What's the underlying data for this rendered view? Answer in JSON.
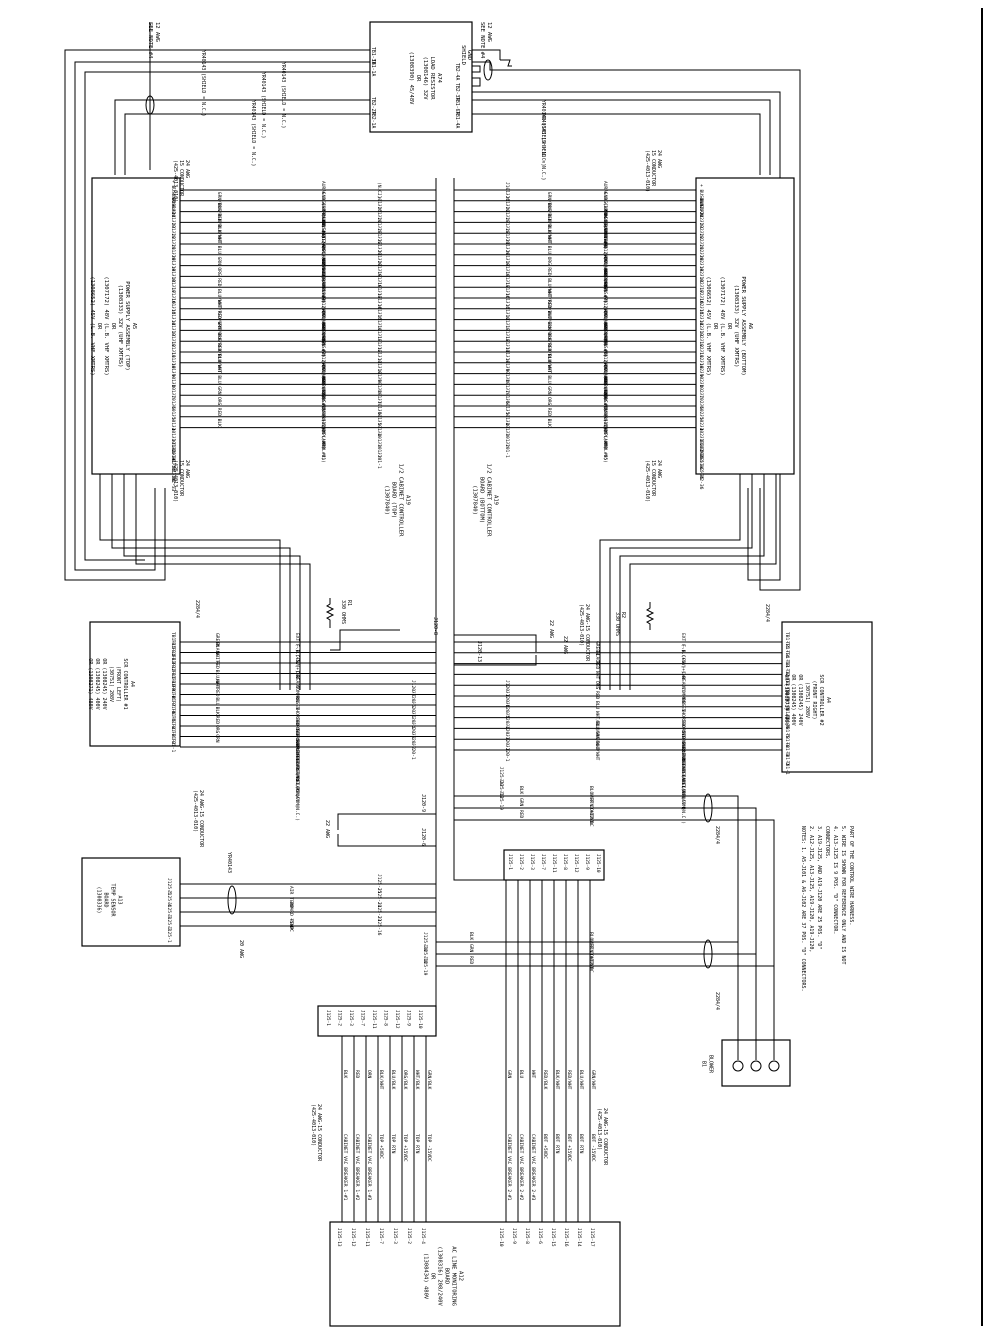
{
  "boards": {
    "a12": {
      "lines": [
        "A12",
        "AC LINE MONITORING",
        "BOARD",
        "(1308316) 208/240V",
        "OR",
        "(1308434) 480V"
      ]
    },
    "a13": {
      "lines": [
        "A13",
        "TEMP SENSOR",
        "BOARD",
        "(1308336)"
      ]
    },
    "a5": {
      "lines": [
        "A5",
        "POWER SUPPLY ASSEMBLY (TOP)",
        "(1308333) 32V (UHF XMTRS)",
        "OR",
        "(1307172) 48V (L.B. VHF XMTRS)",
        "OR",
        "(1308652) 45V (L.B. VHF XMTRS)"
      ]
    },
    "a6": {
      "lines": [
        "A6",
        "POWER SUPPLY ASSEMBLY (BOTTOM)",
        "(1308333) 32V (UHF XMTRS)",
        "OR",
        "(1307172) 48V (L.B. VHF XMTRS)",
        "OR",
        "(1308652) 45V (L.B. VHF XMTRS)"
      ]
    },
    "a4": {
      "lines": [
        "A4",
        "SCR CONTROLLER #1",
        "(FRONT LEFT)",
        "(30751) 208V",
        "OR (1308245) 240V",
        "OR (1308245) 400V",
        "OR (1308271) 480V"
      ]
    },
    "a4b": {
      "lines": [
        "A4",
        "SCR CONTROLLER #2",
        "(FRONT RIGHT)",
        "(30751) 208V",
        "OR (1308245) 240V",
        "OR (1308245) 400V",
        "OR (1308271) 480V"
      ]
    },
    "a19": {
      "lines": [
        "A19",
        "1/2 CABINET CONTROLLER",
        "BOARD (TOP)",
        "(1307840)"
      ]
    },
    "a19b": {
      "lines": [
        "A19",
        "1/2 CABINET CONTROLLER",
        "BOARD (BOTTOM)",
        "(1307840)"
      ]
    },
    "a74": {
      "lines": [
        "A74",
        "LOAD RESISTOR",
        "(1308146) 32V",
        "OR",
        "(1308390) 45/48V"
      ]
    },
    "blower": {
      "lines": [
        "BLOWER",
        "B1"
      ]
    }
  },
  "labels": {
    "awg12_top": "12 AWG",
    "note4_top": "SEE NOTE #4",
    "awg12_top2": "12 AWG",
    "note4_top2": "SEE NOTE #4",
    "awg24_a5": "24 AWG",
    "cond15_a5": "15 CONDUCTOR",
    "cable_a5": "(425-4013-010)",
    "awg24_a6": "24 AWG",
    "cond15_a6": "15 CONDUCTOR",
    "cable_a6": "(425-4013-010)",
    "awg24_a5b": "24 AWG",
    "cond15_a5b": "15 CONDUCTOR",
    "cable_a5b": "(425-4013-010)",
    "awg24_a6b": "24 AWG",
    "cond15_a6b": "15 CONDUCTOR",
    "cable_a6b": "(425-4013-010)",
    "awg24_scr1": "24 AWG-15 CONDUCTOR",
    "cable_scr1": "(425-4013-010)",
    "awg24_scr2": "24 AWG-15 CONDUCTOR",
    "cable_scr2": "(425-4013-010)",
    "awg24_a12a": "24 AWG-15 CONDUCTOR",
    "cable_a12a": "(425-4013-010)",
    "awg24_a12b": "24 AWG-15 CONDUCTOR",
    "cable_a12b": "(425-4013-010)",
    "awg22_a": "22 AWG",
    "awg22_b": "22 AWG",
    "awg22_c": "22 AWG",
    "awg20": "20 AWG",
    "r1": "R1",
    "r1_val": "330 OHMS",
    "r2": "R2",
    "r2_val": "330 OHMS",
    "cw_a": "2284/4",
    "cw_b": "2284/4",
    "cw_c": "2284/4",
    "cw_d": "2284/4",
    "yr": "YR40143",
    "gnd": "GND",
    "shield": "SHIELD",
    "x_n1": "J120-8",
    "x_n2": "J120-9",
    "x_n3": "J120-6",
    "x_n4": "J120-13"
  },
  "notes": [
    "NOTES: 1. A5-J101 & A6-J102 ARE 37 POS. \"D\" CONNECTORS.",
    "2. A12-J125, A13-J125, A19-J120, A19-J120,",
    "3. A19-J125, AND A19-J120 ARE 25 POS. \"D\"",
    "CONNECTORS.",
    "4. A13-J125 IS 9 POS. \"D\" CONNECTOR.",
    "5. WIRE IS SHOWN FOR REFERENCE ONLY AND IS NOT",
    "PART OF THE CONTROL WIRE HARNESS."
  ],
  "a5_pins": [
    "+ BUSBAR",
    "- BUSBAR",
    "J101-24",
    "J101-23",
    "J101-22",
    "J101-21",
    "J101-20",
    "J101-19",
    "J101-18",
    "J101-17",
    "J101-16",
    "J101-15",
    "J101-14",
    "J101-13",
    "J101-12",
    "J101-11",
    "J101-10",
    "J101-9",
    "J101-8",
    "J101-7",
    "J101-6",
    "J101-5",
    "J101-4",
    "J101-3",
    "J101-2",
    "J101-1",
    "J101-36",
    "J101-35",
    "J101-34",
    "J101-33"
  ],
  "a6_pins": [
    "+ BUSBAR",
    "-BUSBAR",
    "J102-24",
    "J102-23",
    "J102-22",
    "J102-21",
    "J102-20",
    "J102-19",
    "J102-18",
    "J102-17",
    "J102-16",
    "J102-15",
    "J102-14",
    "J102-13",
    "J102-12",
    "J102-11",
    "J102-10",
    "J102-9",
    "J102-8",
    "J102-7",
    "J102-6",
    "J102-5",
    "J102-4",
    "J102-3",
    "J102-2",
    "J102-1",
    "J102-33",
    "J102-34",
    "J102-35",
    "J102-36"
  ],
  "a19_pins": [
    "(N.C.)",
    "J101-25",
    "J101-24",
    "J101-23",
    "J101-22",
    "J101-21",
    "J101-20",
    "J101-19",
    "J101-18",
    "J101-17",
    "J101-16",
    "J101-15",
    "J101-14",
    "J101-13",
    "J101-12",
    "J101-11",
    "J101-10",
    "J101-9",
    "J101-8",
    "J101-7",
    "J101-6",
    "J101-5",
    "J101-4",
    "J101-3",
    "J101-2",
    "J101-1"
  ],
  "a19b_pins": [
    "J101-25",
    "J101-24",
    "J101-23",
    "J101-22",
    "J101-21",
    "J101-20",
    "J101-19",
    "J101-18",
    "J101-17",
    "J101-16",
    "J101-15",
    "J101-14",
    "J101-13",
    "J101-12",
    "J101-11",
    "J101-10",
    "J101-9",
    "J101-8",
    "J101-7",
    "J101-6",
    "J101-5",
    "J101-4",
    "J101-3",
    "J101-2",
    "J101-1"
  ],
  "a5_signals": [
    "AURAL AGC ANALOG SYSTEMS",
    "GND (AMPL #4)",
    "AGC (AMPL #4)",
    "RS485 (-) (AMPL #4)",
    "RS485 (+) (AMPL #4)",
    "+12VDC (AMPL #4)",
    "AGC (AMPL #3)",
    "-12VDC (AMPL #3)",
    "GND (AMPL #3)",
    "RS485 (-) (AMPL #3)",
    "RS485 (+) (AMPL #3)",
    "+12VDC (AMPL #3)",
    "GND (AMPL #2)",
    "AGC (AMPL #2)",
    "RS485 (-) (AMPL #2)",
    "RS485 (+) (AMPL #2)",
    "+12VDC (AMPL #2)",
    "GND (AMPL #1)",
    "AGC (AMPL #1)",
    "-12VDC (AMPL #1)",
    "RS485 (-) (AMPL #1)",
    "RS485 (+) (AMPL #1)",
    "+12VDC (AMPL #1)"
  ],
  "a6_signals": [
    "AURAL AGC ANALOG SYSTEMS",
    "GND (AMPL #8)",
    "-12VDC (AMPL #8)",
    "AGC (AMPL #8)",
    "RS485 (-) (AMPL #8)",
    "RS485 (+) (AMPL #8)",
    "+12VDC (AMPL #8)",
    "GND (AMPL #7)",
    "AGC (AMPL #7)",
    "RS485 (-) (AMPL #7)",
    "RS485 (+) (AMPL #7)",
    "+12VDC (AMPL #7)",
    "GND (AMPL #6)",
    "AGC (AMPL #6)",
    "RS485 (-) (AMPL #6)",
    "RS485 (+) (AMPL #6)",
    "+12VDC (AMPL #6)",
    "GND (AMPL #5)",
    "AGC (AMPL #5)",
    "-12VDC (AMPL #5)",
    "RS485 (-) (AMPL #5)",
    "RS485 (+) (AMPL #5)",
    "+12VDC (AMPL #5)"
  ],
  "a5_colors": [
    "GRN/BLK",
    "ORG/BLK",
    "RED/BLK",
    "BLU/WHT",
    "WHT",
    "BLU",
    "GRN",
    "ORG",
    "RED",
    "BLU/WHT",
    "WHT/RED",
    "RED/WHT",
    "GRN/BLK",
    "ORG/BLK",
    "RED/BLK",
    "BLU/WHT",
    "WHT",
    "BLU",
    "GRN",
    "ORG",
    "RED",
    "BLK"
  ],
  "a6_colors": [
    "GRN/BLK",
    "ORG/BLK",
    "RED/BLK",
    "BLU/WHT",
    "WHT",
    "BLU",
    "ORG",
    "RED",
    "BLU/WHT",
    "WHT/RED",
    "RED/WHT",
    "BLU/BLK",
    "GRN/BLK",
    "ORG/BLK",
    "RED/BLK",
    "BLU/WHT",
    "WHT",
    "BLU",
    "GRN",
    "ORG",
    "RED",
    "BLK"
  ],
  "scr1_pins": [
    "TB1-15",
    "TB1-14",
    "TB1-13",
    "TB1-12",
    "TB1-11",
    "TB1-10",
    "TB1-9",
    "TB1-8",
    "TB1-7",
    "TB1-6",
    "TB1-5",
    "TB1-4",
    "TB1-3",
    "TB1-2",
    "TB1-1"
  ],
  "scr2_pins": [
    "TB1-15",
    "TB1-14",
    "TB1-13",
    "TB1-12",
    "TB1-11",
    "TB1-10",
    "TB1-9",
    "TB1-8",
    "TB1-7",
    "TB1-6",
    "TB1-5",
    "TB1-4",
    "TB1-3",
    "TB1-2",
    "TB1-1"
  ],
  "scr1_signals": [
    "EXT F.B.",
    "(-) CCW",
    "(+5V) CW",
    "(+) W",
    "READY",
    "COMMON",
    "RESET",
    "SHORTED SCR FAULT RELAY (N.C.)",
    "SHORTED SCR FAULT RELAY (COM)",
    "OVERCURRENT FAULT RELAY (COM)",
    "OVERCURRENT FAULT RELAY (N.C.)"
  ],
  "scr2_signals": [
    "EXT F.B.",
    "(-) CCW",
    "(+5V) CW",
    "(+) W",
    "READY",
    "COMMON",
    "RESET",
    "SHORTED SCR FAULT RELAY (N.C.)",
    "SHORTED SCR FAULT RELAY (COM)",
    "OVERCURRENT FAULT RELAY (COM)",
    "OVERCURRENT FAULT RELAY (N.C.)"
  ],
  "scr1_colors": [
    "GREEN",
    "BLACK",
    "WHITE",
    "RED",
    "BLU/WHT",
    "WHT",
    "RED",
    "BLU",
    "BLK",
    "RED",
    "ORG",
    "GRN"
  ],
  "scr2_colors": [
    "GREEN",
    "BLACK",
    "RED",
    "WHT",
    "ORG",
    "RED",
    "BLU",
    "WHT/BLK",
    "BLU/WHT",
    "GRN/WHT",
    "BLU/WHT"
  ],
  "scr1_j": [
    "J120-7",
    "J120-6",
    "J120-5",
    "J120-4",
    "J120-3",
    "J120-2",
    "J120-1"
  ],
  "scr2_j": [
    "J120-7",
    "J120-6",
    "J120-5",
    "J120-4",
    "J120-3",
    "J120-2",
    "J120-1"
  ],
  "a13_pins": [
    "J125-5",
    "J125-4",
    "J125-3",
    "J125-2",
    "J125-1"
  ],
  "a13_j": [
    "J125-25",
    "J125-24",
    "J125-23",
    "J125-16"
  ],
  "a13_signals": [
    "AIR TEMP",
    "BOARD TEMP",
    "+5VDC"
  ],
  "blower_signals": [
    "BLOWER CONTROL",
    "RTN",
    "+12VDC"
  ],
  "blower_colors": [
    "BLK",
    "GRN",
    "RED"
  ],
  "blower_j": [
    "J125-20",
    "J125-18",
    "J125-19"
  ],
  "blower_j2": [
    "J125-20",
    "J125-18",
    "J125-19"
  ],
  "a19_j125": [
    "J125-1",
    "J125-2",
    "J125-3",
    "J125-7",
    "J125-11",
    "J125-8",
    "J125-12",
    "J125-9",
    "J125-10"
  ],
  "a19b_j125": [
    "J125-1",
    "J125-2",
    "J125-3",
    "J125-7",
    "J125-11",
    "J125-8",
    "J125-12",
    "J125-9",
    "J125-10"
  ],
  "a12_left_signals": [
    "CABINET VAC BREAKER 1-#1",
    "CABINET VAC BREAKER 1-#2",
    "CABINET VAC BREAKER 1-#3",
    "TOP +5VDC",
    "TOP RTN",
    "TOP +15VDC",
    "TOP RTN",
    "TOP -15VDC"
  ],
  "a12_left_colors": [
    "BLK",
    "RED",
    "ORN",
    "BLK/WHT",
    "BLU/BLK",
    "ORG/BLK",
    "WHT/BLK",
    "GRN/BLK"
  ],
  "a12_right_signals": [
    "CABINET VAC BREAKER 2-#1",
    "CABINET VAC BREAKER 2-#2",
    "CABINET VAC BREAKER 2-#3",
    "BOT +5VDC",
    "BOT RTN",
    "BOT +15VDC",
    "BOT RTN",
    "BOT -15VDC"
  ],
  "a12_right_colors": [
    "GRN",
    "BLU",
    "WHT",
    "RED/BLK",
    "BLK/WHT",
    "RED/WHT",
    "BLU/WHT",
    "GRN/WHT"
  ],
  "a12_left_pins": [
    "J125-13",
    "J125-12",
    "J125-11",
    "J125-7",
    "J125-3",
    "J125-2",
    "J125-4"
  ],
  "a12_right_pins": [
    "J125-10",
    "J125-9",
    "J125-8",
    "J125-6",
    "J125-15",
    "J125-16",
    "J125-14",
    "J125-17"
  ],
  "a74_top": [
    "TB1-3A",
    "TB1-1A",
    "TB2-2A",
    "TB2-1A"
  ],
  "a74_bot": [
    "TB2-4A",
    "TB2-3A",
    "TB1-6A",
    "TB1-4A"
  ],
  "a74_lines": [
    "YR40143 (SHIELD = N.C.)",
    "YR40143 (SHIELD = N.C.)",
    "YR40143 (SHIELD = N.C.)",
    "YR40143 (SHIELD = N.C.)"
  ],
  "a74_lines_b": [
    "YR40143 (SHIELD = N.C.)",
    "YR40143 (SHIELD = N.C.)"
  ]
}
